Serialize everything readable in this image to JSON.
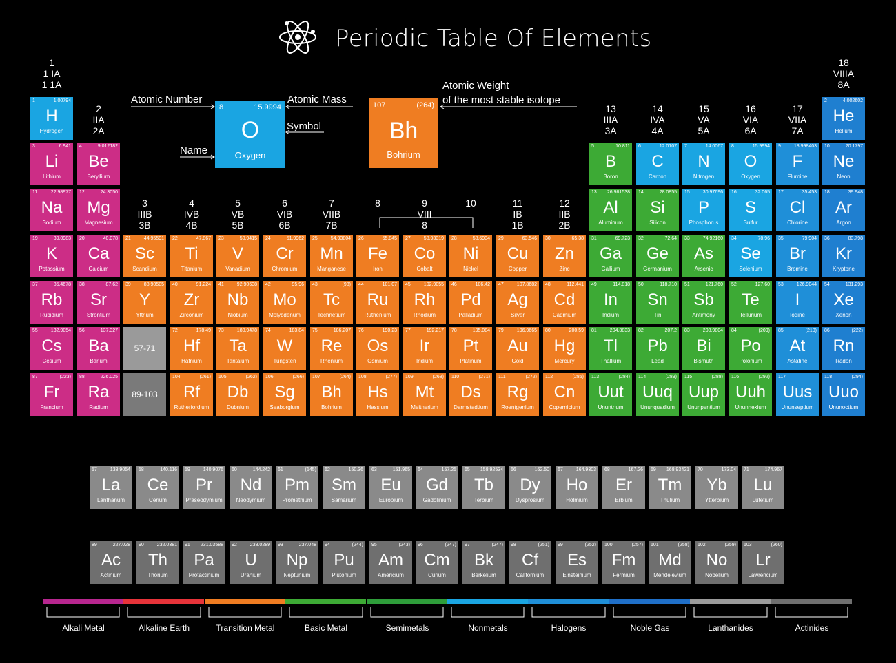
{
  "title": "Periodic Table Of Elements",
  "colors": {
    "alkali": "#cc2d86",
    "alkaline": "#cc2d86",
    "transition": "#ef7d22",
    "basic": "#3daa35",
    "semimetal": "#3daa35",
    "nonmetal": "#1aa5e2",
    "halogen": "#1f8fd8",
    "noble": "#1f7fd0",
    "lanthanide": "#8a8a8a",
    "actinide": "#6f6f6f",
    "placeholder": "#9a9a9a",
    "placeholder2": "#7a7a7a"
  },
  "group_labels": [
    {
      "text": "1\n1 IA\n1 1A",
      "col": 1,
      "row": 0
    },
    {
      "text": "18\nVIIIA\n8A",
      "col": 18,
      "row": 0
    },
    {
      "text": "2\nIIA\n2A",
      "col": 2,
      "row": 1
    },
    {
      "text": "13\nIIIA\n3A",
      "col": 13,
      "row": 1
    },
    {
      "text": "14\nIVA\n4A",
      "col": 14,
      "row": 1
    },
    {
      "text": "15\nVA\n5A",
      "col": 15,
      "row": 1
    },
    {
      "text": "16\nVIA\n6A",
      "col": 16,
      "row": 1
    },
    {
      "text": "17\nVIIA\n7A",
      "col": 17,
      "row": 1
    },
    {
      "text": "3\nIIIB\n3B",
      "col": 3,
      "row": 3
    },
    {
      "text": "4\nIVB\n4B",
      "col": 4,
      "row": 3
    },
    {
      "text": "5\nVB\n5B",
      "col": 5,
      "row": 3
    },
    {
      "text": "6\nVIB\n6B",
      "col": 6,
      "row": 3
    },
    {
      "text": "7\nVIIB\n7B",
      "col": 7,
      "row": 3
    },
    {
      "text": "8",
      "col": 8,
      "row": 3
    },
    {
      "text": "9\nVIII\n8",
      "col": 9,
      "row": 3
    },
    {
      "text": "10",
      "col": 10,
      "row": 3
    },
    {
      "text": "11\nIB\n1B",
      "col": 11,
      "row": 3
    },
    {
      "text": "12\nIIB\n2B",
      "col": 12,
      "row": 3
    }
  ],
  "key": {
    "number": "8",
    "mass": "15.9994",
    "symbol": "O",
    "name": "Oxygen",
    "label_number": "Atomic Number",
    "label_mass": "Atomic Mass",
    "label_symbol": "Symbol",
    "label_name": "Name"
  },
  "example": {
    "number": "107",
    "mass": "(264)",
    "symbol": "Bh",
    "name": "Bohrium",
    "label_line1": "Atomic Weight",
    "label_line2": "of the most stable isotope"
  },
  "placeholders": [
    {
      "text": "57-71",
      "row": 6,
      "col": 3
    },
    {
      "text": "89-103",
      "row": 7,
      "col": 3
    }
  ],
  "elements": [
    {
      "n": "1",
      "m": "1.00794",
      "s": "H",
      "nm": "Hydrogen",
      "c": "nonmetal",
      "row": 1,
      "col": 1
    },
    {
      "n": "2",
      "m": "4.002602",
      "s": "He",
      "nm": "Helium",
      "c": "noble",
      "row": 1,
      "col": 18
    },
    {
      "n": "3",
      "m": "6.941",
      "s": "Li",
      "nm": "Lithium",
      "c": "alkali",
      "row": 2,
      "col": 1
    },
    {
      "n": "4",
      "m": "9.012182",
      "s": "Be",
      "nm": "Beryllium",
      "c": "alkaline",
      "row": 2,
      "col": 2
    },
    {
      "n": "5",
      "m": "10.811",
      "s": "B",
      "nm": "Boron",
      "c": "semimetal",
      "row": 2,
      "col": 13
    },
    {
      "n": "6",
      "m": "12.0107",
      "s": "C",
      "nm": "Carbon",
      "c": "nonmetal",
      "row": 2,
      "col": 14
    },
    {
      "n": "7",
      "m": "14.0067",
      "s": "N",
      "nm": "Nitrogen",
      "c": "nonmetal",
      "row": 2,
      "col": 15
    },
    {
      "n": "8",
      "m": "15.9994",
      "s": "O",
      "nm": "Oxygen",
      "c": "nonmetal",
      "row": 2,
      "col": 16
    },
    {
      "n": "9",
      "m": "18.998403",
      "s": "F",
      "nm": "Fluroine",
      "c": "halogen",
      "row": 2,
      "col": 17
    },
    {
      "n": "10",
      "m": "20.1797",
      "s": "Ne",
      "nm": "Neon",
      "c": "noble",
      "row": 2,
      "col": 18
    },
    {
      "n": "11",
      "m": "22.98977",
      "s": "Na",
      "nm": "Sodium",
      "c": "alkali",
      "row": 3,
      "col": 1
    },
    {
      "n": "12",
      "m": "24.3050",
      "s": "Mg",
      "nm": "Magnesium",
      "c": "alkaline",
      "row": 3,
      "col": 2
    },
    {
      "n": "13",
      "m": "26.981538",
      "s": "Al",
      "nm": "Aluminum",
      "c": "basic",
      "row": 3,
      "col": 13
    },
    {
      "n": "14",
      "m": "28.0855",
      "s": "Si",
      "nm": "Silicon",
      "c": "semimetal",
      "row": 3,
      "col": 14
    },
    {
      "n": "15",
      "m": "30.97696",
      "s": "P",
      "nm": "Phosphorus",
      "c": "nonmetal",
      "row": 3,
      "col": 15
    },
    {
      "n": "16",
      "m": "32.065",
      "s": "S",
      "nm": "Sulfur",
      "c": "nonmetal",
      "row": 3,
      "col": 16
    },
    {
      "n": "17",
      "m": "35.453",
      "s": "Cl",
      "nm": "Chlorine",
      "c": "halogen",
      "row": 3,
      "col": 17
    },
    {
      "n": "18",
      "m": "39.948",
      "s": "Ar",
      "nm": "Argon",
      "c": "noble",
      "row": 3,
      "col": 18
    },
    {
      "n": "19",
      "m": "39.0983",
      "s": "K",
      "nm": "Potassium",
      "c": "alkali",
      "row": 4,
      "col": 1
    },
    {
      "n": "20",
      "m": "40.078",
      "s": "Ca",
      "nm": "Calcium",
      "c": "alkaline",
      "row": 4,
      "col": 2
    },
    {
      "n": "21",
      "m": "44.95591",
      "s": "Sc",
      "nm": "Scandium",
      "c": "transition",
      "row": 4,
      "col": 3
    },
    {
      "n": "22",
      "m": "47.867",
      "s": "Ti",
      "nm": "Titanium",
      "c": "transition",
      "row": 4,
      "col": 4
    },
    {
      "n": "23",
      "m": "50.9415",
      "s": "V",
      "nm": "Vanadium",
      "c": "transition",
      "row": 4,
      "col": 5
    },
    {
      "n": "24",
      "m": "51.9962",
      "s": "Cr",
      "nm": "Chromium",
      "c": "transition",
      "row": 4,
      "col": 6
    },
    {
      "n": "25",
      "m": "54.93804",
      "s": "Mn",
      "nm": "Manganese",
      "c": "transition",
      "row": 4,
      "col": 7
    },
    {
      "n": "26",
      "m": "55.845",
      "s": "Fe",
      "nm": "Iron",
      "c": "transition",
      "row": 4,
      "col": 8
    },
    {
      "n": "27",
      "m": "58.93319",
      "s": "Co",
      "nm": "Cobalt",
      "c": "transition",
      "row": 4,
      "col": 9
    },
    {
      "n": "28",
      "m": "58.6934",
      "s": "Ni",
      "nm": "Nickel",
      "c": "transition",
      "row": 4,
      "col": 10
    },
    {
      "n": "29",
      "m": "63.546",
      "s": "Cu",
      "nm": "Copper",
      "c": "transition",
      "row": 4,
      "col": 11
    },
    {
      "n": "30",
      "m": "65.38",
      "s": "Zn",
      "nm": "Zinc",
      "c": "transition",
      "row": 4,
      "col": 12
    },
    {
      "n": "31",
      "m": "69.723",
      "s": "Ga",
      "nm": "Gallium",
      "c": "basic",
      "row": 4,
      "col": 13
    },
    {
      "n": "32",
      "m": "72.64",
      "s": "Ge",
      "nm": "Germanium",
      "c": "semimetal",
      "row": 4,
      "col": 14
    },
    {
      "n": "33",
      "m": "74.92160",
      "s": "As",
      "nm": "Arsenic",
      "c": "semimetal",
      "row": 4,
      "col": 15
    },
    {
      "n": "34",
      "m": "78.96",
      "s": "Se",
      "nm": "Selenium",
      "c": "nonmetal",
      "row": 4,
      "col": 16
    },
    {
      "n": "35",
      "m": "79.904",
      "s": "Br",
      "nm": "Bromine",
      "c": "halogen",
      "row": 4,
      "col": 17
    },
    {
      "n": "36",
      "m": "83.798",
      "s": "Kr",
      "nm": "Kryptone",
      "c": "noble",
      "row": 4,
      "col": 18
    },
    {
      "n": "37",
      "m": "85.4678",
      "s": "Rb",
      "nm": "Rubidium",
      "c": "alkali",
      "row": 5,
      "col": 1
    },
    {
      "n": "38",
      "m": "87.62",
      "s": "Sr",
      "nm": "Strontium",
      "c": "alkaline",
      "row": 5,
      "col": 2
    },
    {
      "n": "39",
      "m": "88.90585",
      "s": "Y",
      "nm": "Yttrium",
      "c": "transition",
      "row": 5,
      "col": 3
    },
    {
      "n": "40",
      "m": "91.224",
      "s": "Zr",
      "nm": "Zirconium",
      "c": "transition",
      "row": 5,
      "col": 4
    },
    {
      "n": "41",
      "m": "92.90638",
      "s": "Nb",
      "nm": "Niobium",
      "c": "transition",
      "row": 5,
      "col": 5
    },
    {
      "n": "42",
      "m": "95.96",
      "s": "Mo",
      "nm": "Molybdenum",
      "c": "transition",
      "row": 5,
      "col": 6
    },
    {
      "n": "43",
      "m": "(98)",
      "s": "Tc",
      "nm": "Technetium",
      "c": "transition",
      "row": 5,
      "col": 7
    },
    {
      "n": "44",
      "m": "101.07",
      "s": "Ru",
      "nm": "Ruthenium",
      "c": "transition",
      "row": 5,
      "col": 8
    },
    {
      "n": "45",
      "m": "102.9055",
      "s": "Rh",
      "nm": "Rhodium",
      "c": "transition",
      "row": 5,
      "col": 9
    },
    {
      "n": "46",
      "m": "106.42",
      "s": "Pd",
      "nm": "Palladium",
      "c": "transition",
      "row": 5,
      "col": 10
    },
    {
      "n": "47",
      "m": "107.8682",
      "s": "Ag",
      "nm": "Silver",
      "c": "transition",
      "row": 5,
      "col": 11
    },
    {
      "n": "48",
      "m": "112.441",
      "s": "Cd",
      "nm": "Cadmium",
      "c": "transition",
      "row": 5,
      "col": 12
    },
    {
      "n": "49",
      "m": "114.818",
      "s": "In",
      "nm": "Indium",
      "c": "basic",
      "row": 5,
      "col": 13
    },
    {
      "n": "50",
      "m": "118.710",
      "s": "Sn",
      "nm": "Tin",
      "c": "basic",
      "row": 5,
      "col": 14
    },
    {
      "n": "51",
      "m": "121.760",
      "s": "Sb",
      "nm": "Antimony",
      "c": "semimetal",
      "row": 5,
      "col": 15
    },
    {
      "n": "52",
      "m": "127.60",
      "s": "Te",
      "nm": "Tellurium",
      "c": "semimetal",
      "row": 5,
      "col": 16
    },
    {
      "n": "53",
      "m": "126.9044",
      "s": "I",
      "nm": "Iodine",
      "c": "halogen",
      "row": 5,
      "col": 17
    },
    {
      "n": "54",
      "m": "131.293",
      "s": "Xe",
      "nm": "Xenon",
      "c": "noble",
      "row": 5,
      "col": 18
    },
    {
      "n": "55",
      "m": "132.9054",
      "s": "Cs",
      "nm": "Cesium",
      "c": "alkali",
      "row": 6,
      "col": 1
    },
    {
      "n": "56",
      "m": "137.327",
      "s": "Ba",
      "nm": "Barium",
      "c": "alkaline",
      "row": 6,
      "col": 2
    },
    {
      "n": "72",
      "m": "178.49",
      "s": "Hf",
      "nm": "Hafnium",
      "c": "transition",
      "row": 6,
      "col": 4
    },
    {
      "n": "73",
      "m": "180.9478",
      "s": "Ta",
      "nm": "Tantalum",
      "c": "transition",
      "row": 6,
      "col": 5
    },
    {
      "n": "74",
      "m": "183.84",
      "s": "W",
      "nm": "Tungsten",
      "c": "transition",
      "row": 6,
      "col": 6
    },
    {
      "n": "75",
      "m": "186.207",
      "s": "Re",
      "nm": "Rhenium",
      "c": "transition",
      "row": 6,
      "col": 7
    },
    {
      "n": "76",
      "m": "190.23",
      "s": "Os",
      "nm": "Osmium",
      "c": "transition",
      "row": 6,
      "col": 8
    },
    {
      "n": "77",
      "m": "192.217",
      "s": "Ir",
      "nm": "Iridium",
      "c": "transition",
      "row": 6,
      "col": 9
    },
    {
      "n": "78",
      "m": "195.084",
      "s": "Pt",
      "nm": "Platinum",
      "c": "transition",
      "row": 6,
      "col": 10
    },
    {
      "n": "79",
      "m": "196.9665",
      "s": "Au",
      "nm": "Gold",
      "c": "transition",
      "row": 6,
      "col": 11
    },
    {
      "n": "80",
      "m": "200.59",
      "s": "Hg",
      "nm": "Mercury",
      "c": "transition",
      "row": 6,
      "col": 12
    },
    {
      "n": "81",
      "m": "204.3833",
      "s": "Tl",
      "nm": "Thallium",
      "c": "basic",
      "row": 6,
      "col": 13
    },
    {
      "n": "82",
      "m": "207.2",
      "s": "Pb",
      "nm": "Lead",
      "c": "basic",
      "row": 6,
      "col": 14
    },
    {
      "n": "83",
      "m": "208.9804",
      "s": "Bi",
      "nm": "Bismuth",
      "c": "basic",
      "row": 6,
      "col": 15
    },
    {
      "n": "84",
      "m": "(209)",
      "s": "Po",
      "nm": "Polonium",
      "c": "semimetal",
      "row": 6,
      "col": 16
    },
    {
      "n": "85",
      "m": "(210)",
      "s": "At",
      "nm": "Astatine",
      "c": "halogen",
      "row": 6,
      "col": 17
    },
    {
      "n": "86",
      "m": "(222)",
      "s": "Rn",
      "nm": "Radon",
      "c": "noble",
      "row": 6,
      "col": 18
    },
    {
      "n": "87",
      "m": "(223)",
      "s": "Fr",
      "nm": "Francium",
      "c": "alkali",
      "row": 7,
      "col": 1
    },
    {
      "n": "88",
      "m": "226.025",
      "s": "Ra",
      "nm": "Radium",
      "c": "alkaline",
      "row": 7,
      "col": 2
    },
    {
      "n": "104",
      "m": "(261)",
      "s": "Rf",
      "nm": "Rutherfordium",
      "c": "transition",
      "row": 7,
      "col": 4
    },
    {
      "n": "105",
      "m": "(262)",
      "s": "Db",
      "nm": "Dubnium",
      "c": "transition",
      "row": 7,
      "col": 5
    },
    {
      "n": "106",
      "m": "(266)",
      "s": "Sg",
      "nm": "Seaborgium",
      "c": "transition",
      "row": 7,
      "col": 6
    },
    {
      "n": "107",
      "m": "(264)",
      "s": "Bh",
      "nm": "Bohrium",
      "c": "transition",
      "row": 7,
      "col": 7
    },
    {
      "n": "108",
      "m": "(277)",
      "s": "Hs",
      "nm": "Hassium",
      "c": "transition",
      "row": 7,
      "col": 8
    },
    {
      "n": "109",
      "m": "(268)",
      "s": "Mt",
      "nm": "Meitnerium",
      "c": "transition",
      "row": 7,
      "col": 9
    },
    {
      "n": "110",
      "m": "(271)",
      "s": "Ds",
      "nm": "Darmstadtium",
      "c": "transition",
      "row": 7,
      "col": 10
    },
    {
      "n": "111",
      "m": "(272)",
      "s": "Rg",
      "nm": "Roentgenium",
      "c": "transition",
      "row": 7,
      "col": 11
    },
    {
      "n": "112",
      "m": "(285)",
      "s": "Cn",
      "nm": "Copernicium",
      "c": "transition",
      "row": 7,
      "col": 12
    },
    {
      "n": "113",
      "m": "(284)",
      "s": "Uut",
      "nm": "Ununtrium",
      "c": "basic",
      "row": 7,
      "col": 13
    },
    {
      "n": "114",
      "m": "(289)",
      "s": "Uuq",
      "nm": "Ununquadium",
      "c": "basic",
      "row": 7,
      "col": 14
    },
    {
      "n": "115",
      "m": "(288)",
      "s": "Uup",
      "nm": "Ununpentium",
      "c": "basic",
      "row": 7,
      "col": 15
    },
    {
      "n": "116",
      "m": "(292)",
      "s": "Uuh",
      "nm": "Ununhexium",
      "c": "basic",
      "row": 7,
      "col": 16
    },
    {
      "n": "117",
      "m": "",
      "s": "Uus",
      "nm": "Ununseptium",
      "c": "halogen",
      "row": 7,
      "col": 17
    },
    {
      "n": "118",
      "m": "(294)",
      "s": "Uuo",
      "nm": "Ununoctium",
      "c": "noble",
      "row": 7,
      "col": 18
    }
  ],
  "lanthanides": [
    {
      "n": "57",
      "m": "138.9054",
      "s": "La",
      "nm": "Lanthanum"
    },
    {
      "n": "58",
      "m": "140.116",
      "s": "Ce",
      "nm": "Cerium"
    },
    {
      "n": "59",
      "m": "140.9076",
      "s": "Pr",
      "nm": "Praseodymium"
    },
    {
      "n": "60",
      "m": "144.242",
      "s": "Nd",
      "nm": "Neodymium"
    },
    {
      "n": "61",
      "m": "(145)",
      "s": "Pm",
      "nm": "Promethium"
    },
    {
      "n": "62",
      "m": "150.36",
      "s": "Sm",
      "nm": "Samarium"
    },
    {
      "n": "63",
      "m": "151.965",
      "s": "Eu",
      "nm": "Europium"
    },
    {
      "n": "64",
      "m": "157.25",
      "s": "Gd",
      "nm": "Gadolinium"
    },
    {
      "n": "65",
      "m": "158.92534",
      "s": "Tb",
      "nm": "Terbium"
    },
    {
      "n": "66",
      "m": "162.50",
      "s": "Dy",
      "nm": "Dysprosium"
    },
    {
      "n": "67",
      "m": "164.9303",
      "s": "Ho",
      "nm": "Holmium"
    },
    {
      "n": "68",
      "m": "167.26",
      "s": "Er",
      "nm": "Erbium"
    },
    {
      "n": "69",
      "m": "168.93421",
      "s": "Tm",
      "nm": "Thulium"
    },
    {
      "n": "70",
      "m": "173.04",
      "s": "Yb",
      "nm": "Ytterbium"
    },
    {
      "n": "71",
      "m": "174.967",
      "s": "Lu",
      "nm": "Lutetium"
    }
  ],
  "actinides": [
    {
      "n": "89",
      "m": "227.028",
      "s": "Ac",
      "nm": "Actinium"
    },
    {
      "n": "90",
      "m": "232.0381",
      "s": "Th",
      "nm": "Thorium"
    },
    {
      "n": "91",
      "m": "231.03588",
      "s": "Pa",
      "nm": "Protactinium"
    },
    {
      "n": "92",
      "m": "238.0289",
      "s": "U",
      "nm": "Uranium"
    },
    {
      "n": "93",
      "m": "237.048",
      "s": "Np",
      "nm": "Neptunium"
    },
    {
      "n": "94",
      "m": "(244)",
      "s": "Pu",
      "nm": "Plutonium"
    },
    {
      "n": "95",
      "m": "(243)",
      "s": "Am",
      "nm": "Americium"
    },
    {
      "n": "96",
      "m": "(247)",
      "s": "Cm",
      "nm": "Curium"
    },
    {
      "n": "97",
      "m": "(247)",
      "s": "Bk",
      "nm": "Berkelium"
    },
    {
      "n": "98",
      "m": "(251)",
      "s": "Cf",
      "nm": "Californium"
    },
    {
      "n": "99",
      "m": "(252)",
      "s": "Es",
      "nm": "Einsteinium"
    },
    {
      "n": "100",
      "m": "(257)",
      "s": "Fm",
      "nm": "Fermium"
    },
    {
      "n": "101",
      "m": "(258)",
      "s": "Md",
      "nm": "Mendelevium"
    },
    {
      "n": "102",
      "m": "(259)",
      "s": "No",
      "nm": "Nobelium"
    },
    {
      "n": "103",
      "m": "(260)",
      "s": "Lr",
      "nm": "Lawrencium"
    }
  ],
  "legend": [
    {
      "label": "Alkali Metal",
      "color": "#b7268f"
    },
    {
      "label": "Alkaline Earth",
      "color": "#e63339"
    },
    {
      "label": "Transition Metal",
      "color": "#ef7d22"
    },
    {
      "label": "Basic Metal",
      "color": "#3daa35"
    },
    {
      "label": "Semimetals",
      "color": "#2e9d3a"
    },
    {
      "label": "Nonmetals",
      "color": "#1aa5e2"
    },
    {
      "label": "Halogens",
      "color": "#1f8fd8"
    },
    {
      "label": "Noble Gas",
      "color": "#1f6fc8"
    },
    {
      "label": "Lanthanides",
      "color": "#9a9a9a"
    },
    {
      "label": "Actinides",
      "color": "#6f6f6f"
    }
  ]
}
